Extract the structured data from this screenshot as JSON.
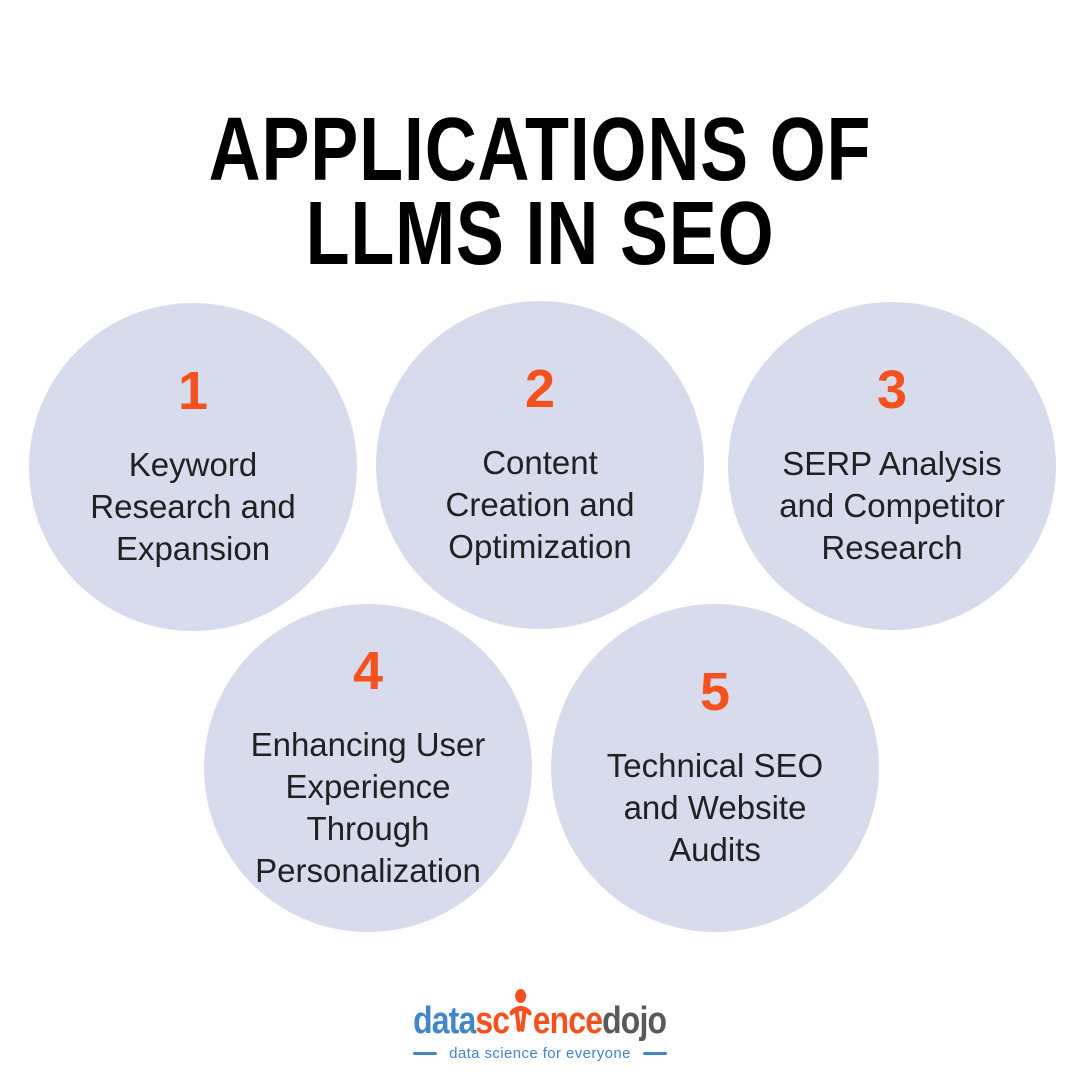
{
  "title": {
    "line1": "APPLICATIONS OF",
    "line2": "LLMS IN SEO"
  },
  "circles": [
    {
      "number": "1",
      "lines": [
        "Keyword",
        "Research and",
        "Expansion"
      ]
    },
    {
      "number": "2",
      "lines": [
        "Content",
        "Creation and",
        "Optimization"
      ]
    },
    {
      "number": "3",
      "lines": [
        "SERP Analysis",
        "and Competitor",
        "Research"
      ]
    },
    {
      "number": "4",
      "lines": [
        "Enhancing User",
        "Experience",
        "Through",
        "Personalization"
      ]
    },
    {
      "number": "5",
      "lines": [
        "Technical SEO",
        "and Website",
        "Audits"
      ]
    }
  ],
  "logo": {
    "word_data": "data",
    "word_science_prefix": "sc",
    "word_science_suffix": "ence",
    "word_dojo": "dojo",
    "figure_icon": "person-icon",
    "tagline": "data science for everyone"
  },
  "colors": {
    "accent_orange": "#F4511E",
    "circle_background": "#D8DBEC",
    "logo_blue": "#4285C9",
    "logo_gray": "#58595B",
    "body_text": "#212121",
    "title_text": "#000000",
    "page_background": "#FFFFFF"
  }
}
